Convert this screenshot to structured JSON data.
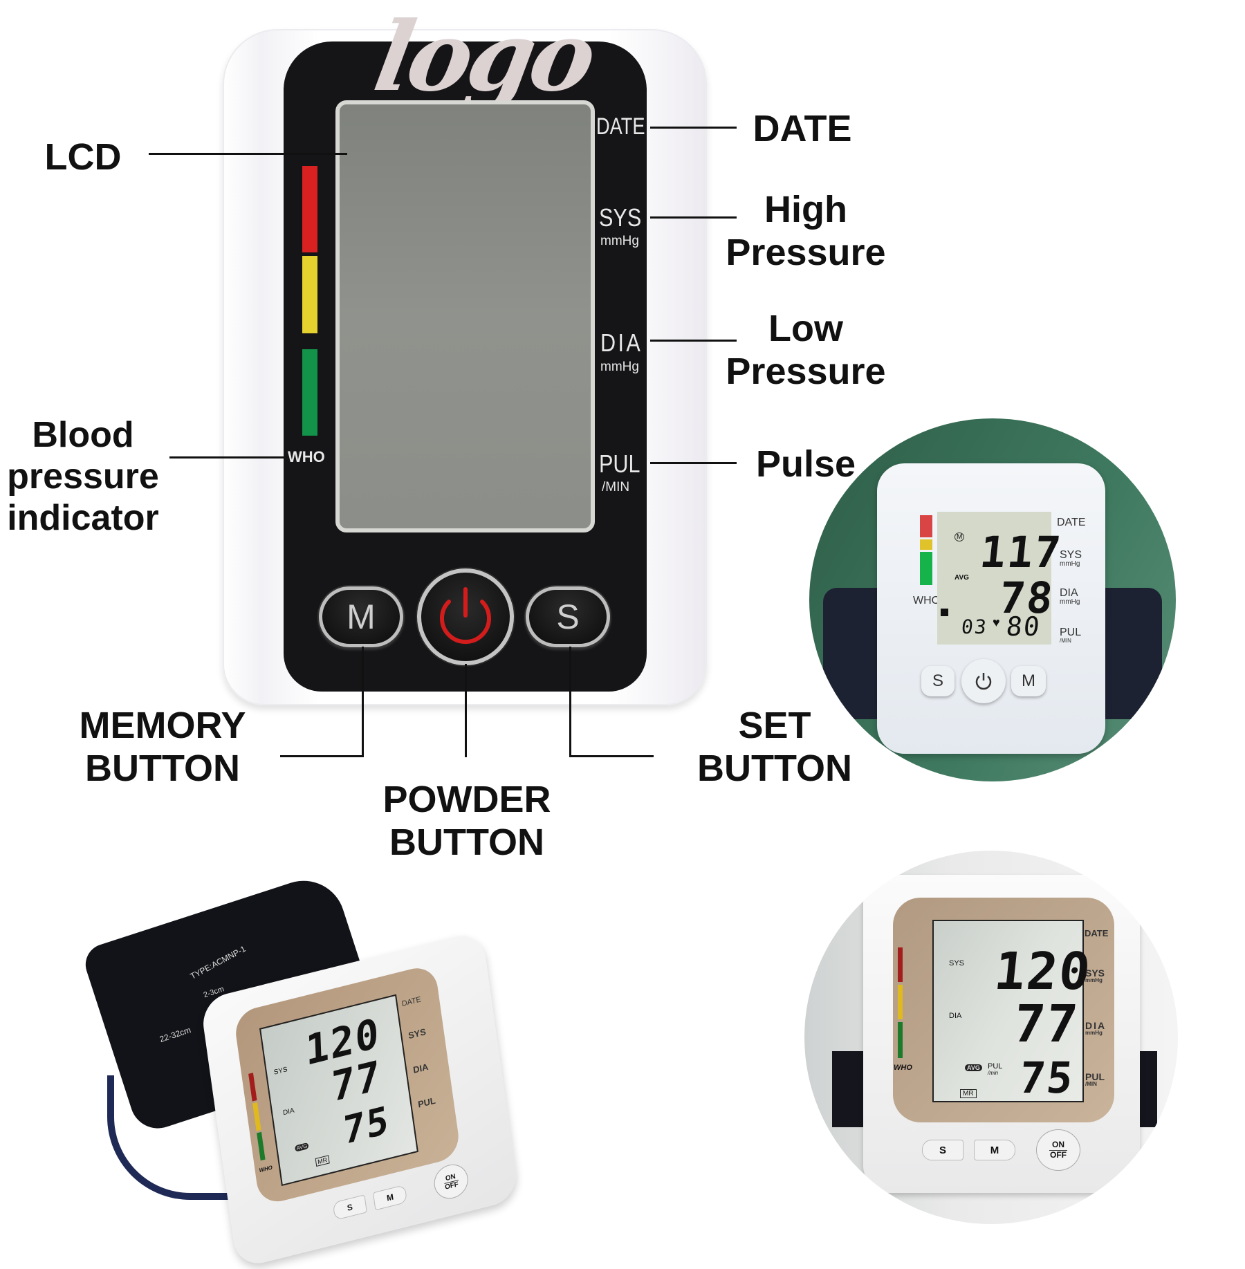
{
  "logo": {
    "text": "logo"
  },
  "main_device": {
    "panel_labels": {
      "date": "DATE",
      "sys": "SYS",
      "sys_unit": "mmHg",
      "dia": "DIA",
      "dia_unit": "mmHg",
      "pul": "PUL",
      "pul_unit": "/MIN",
      "who": "WHO"
    },
    "buttons": {
      "memory": "M",
      "set": "S",
      "power_icon": "power-icon"
    },
    "indicator_colors": {
      "red": "#d92121",
      "yellow": "#e6d22e",
      "green": "#13934a"
    }
  },
  "callouts": {
    "lcd": "LCD",
    "date": "DATE",
    "high_pressure": [
      "High",
      "Pressure"
    ],
    "low_pressure": [
      "Low",
      "Pressure"
    ],
    "pulse": "Pulse",
    "bp_indicator": [
      "Blood",
      "pressure",
      "indicator"
    ],
    "memory_button": [
      "MEMORY",
      "BUTTON"
    ],
    "powder_button": [
      "POWDER",
      "BUTTON"
    ],
    "set_button": [
      "SET",
      "BUTTON"
    ]
  },
  "inset_green": {
    "background": "#3a6b55",
    "labels": {
      "date": "DATE",
      "sys": "SYS",
      "sys_unit": "mmHg",
      "dia": "DIA",
      "dia_unit": "mmHg",
      "pul": "PUL",
      "pul_unit": "/MIN",
      "who": "WHO",
      "avg": "AVG",
      "memory_flag": "M"
    },
    "readings": {
      "sys": "117",
      "dia": "78",
      "pul": "80",
      "memory_no": "03"
    },
    "buttons": {
      "set": "S",
      "memory": "M"
    }
  },
  "inset_gold": {
    "labels": {
      "date": "DATE",
      "sys": "SYS",
      "sys_unit": "mmHg",
      "dia": "DIA",
      "dia_unit": "mmHg",
      "pul": "PUL",
      "pul_unit": "/MIN",
      "who": "WHO",
      "avg": "AVG",
      "lcd_sys": "SYS",
      "lcd_dia": "DIA",
      "lcd_pul": "PUL",
      "lcd_pul_unit": "/min",
      "mr": "MR"
    },
    "readings": {
      "sys": "120",
      "dia": "77",
      "pul": "75"
    },
    "buttons": {
      "set": "S",
      "memory": "M",
      "on": "ON",
      "off": "OFF"
    }
  },
  "product_angle": {
    "cuff_text": {
      "type": "TYPE:ACMNP-1",
      "range": "22-32cm",
      "gap": "2-3cm"
    },
    "labels": {
      "date": "DATE",
      "sys": "SYS",
      "dia": "DIA",
      "pul": "PUL",
      "who": "WHO",
      "mr": "MR",
      "avg": "AVG"
    },
    "readings": {
      "sys": "120",
      "dia": "77",
      "pul": "75"
    },
    "buttons": {
      "set": "S",
      "memory": "M",
      "on": "ON",
      "off": "OFF"
    }
  }
}
